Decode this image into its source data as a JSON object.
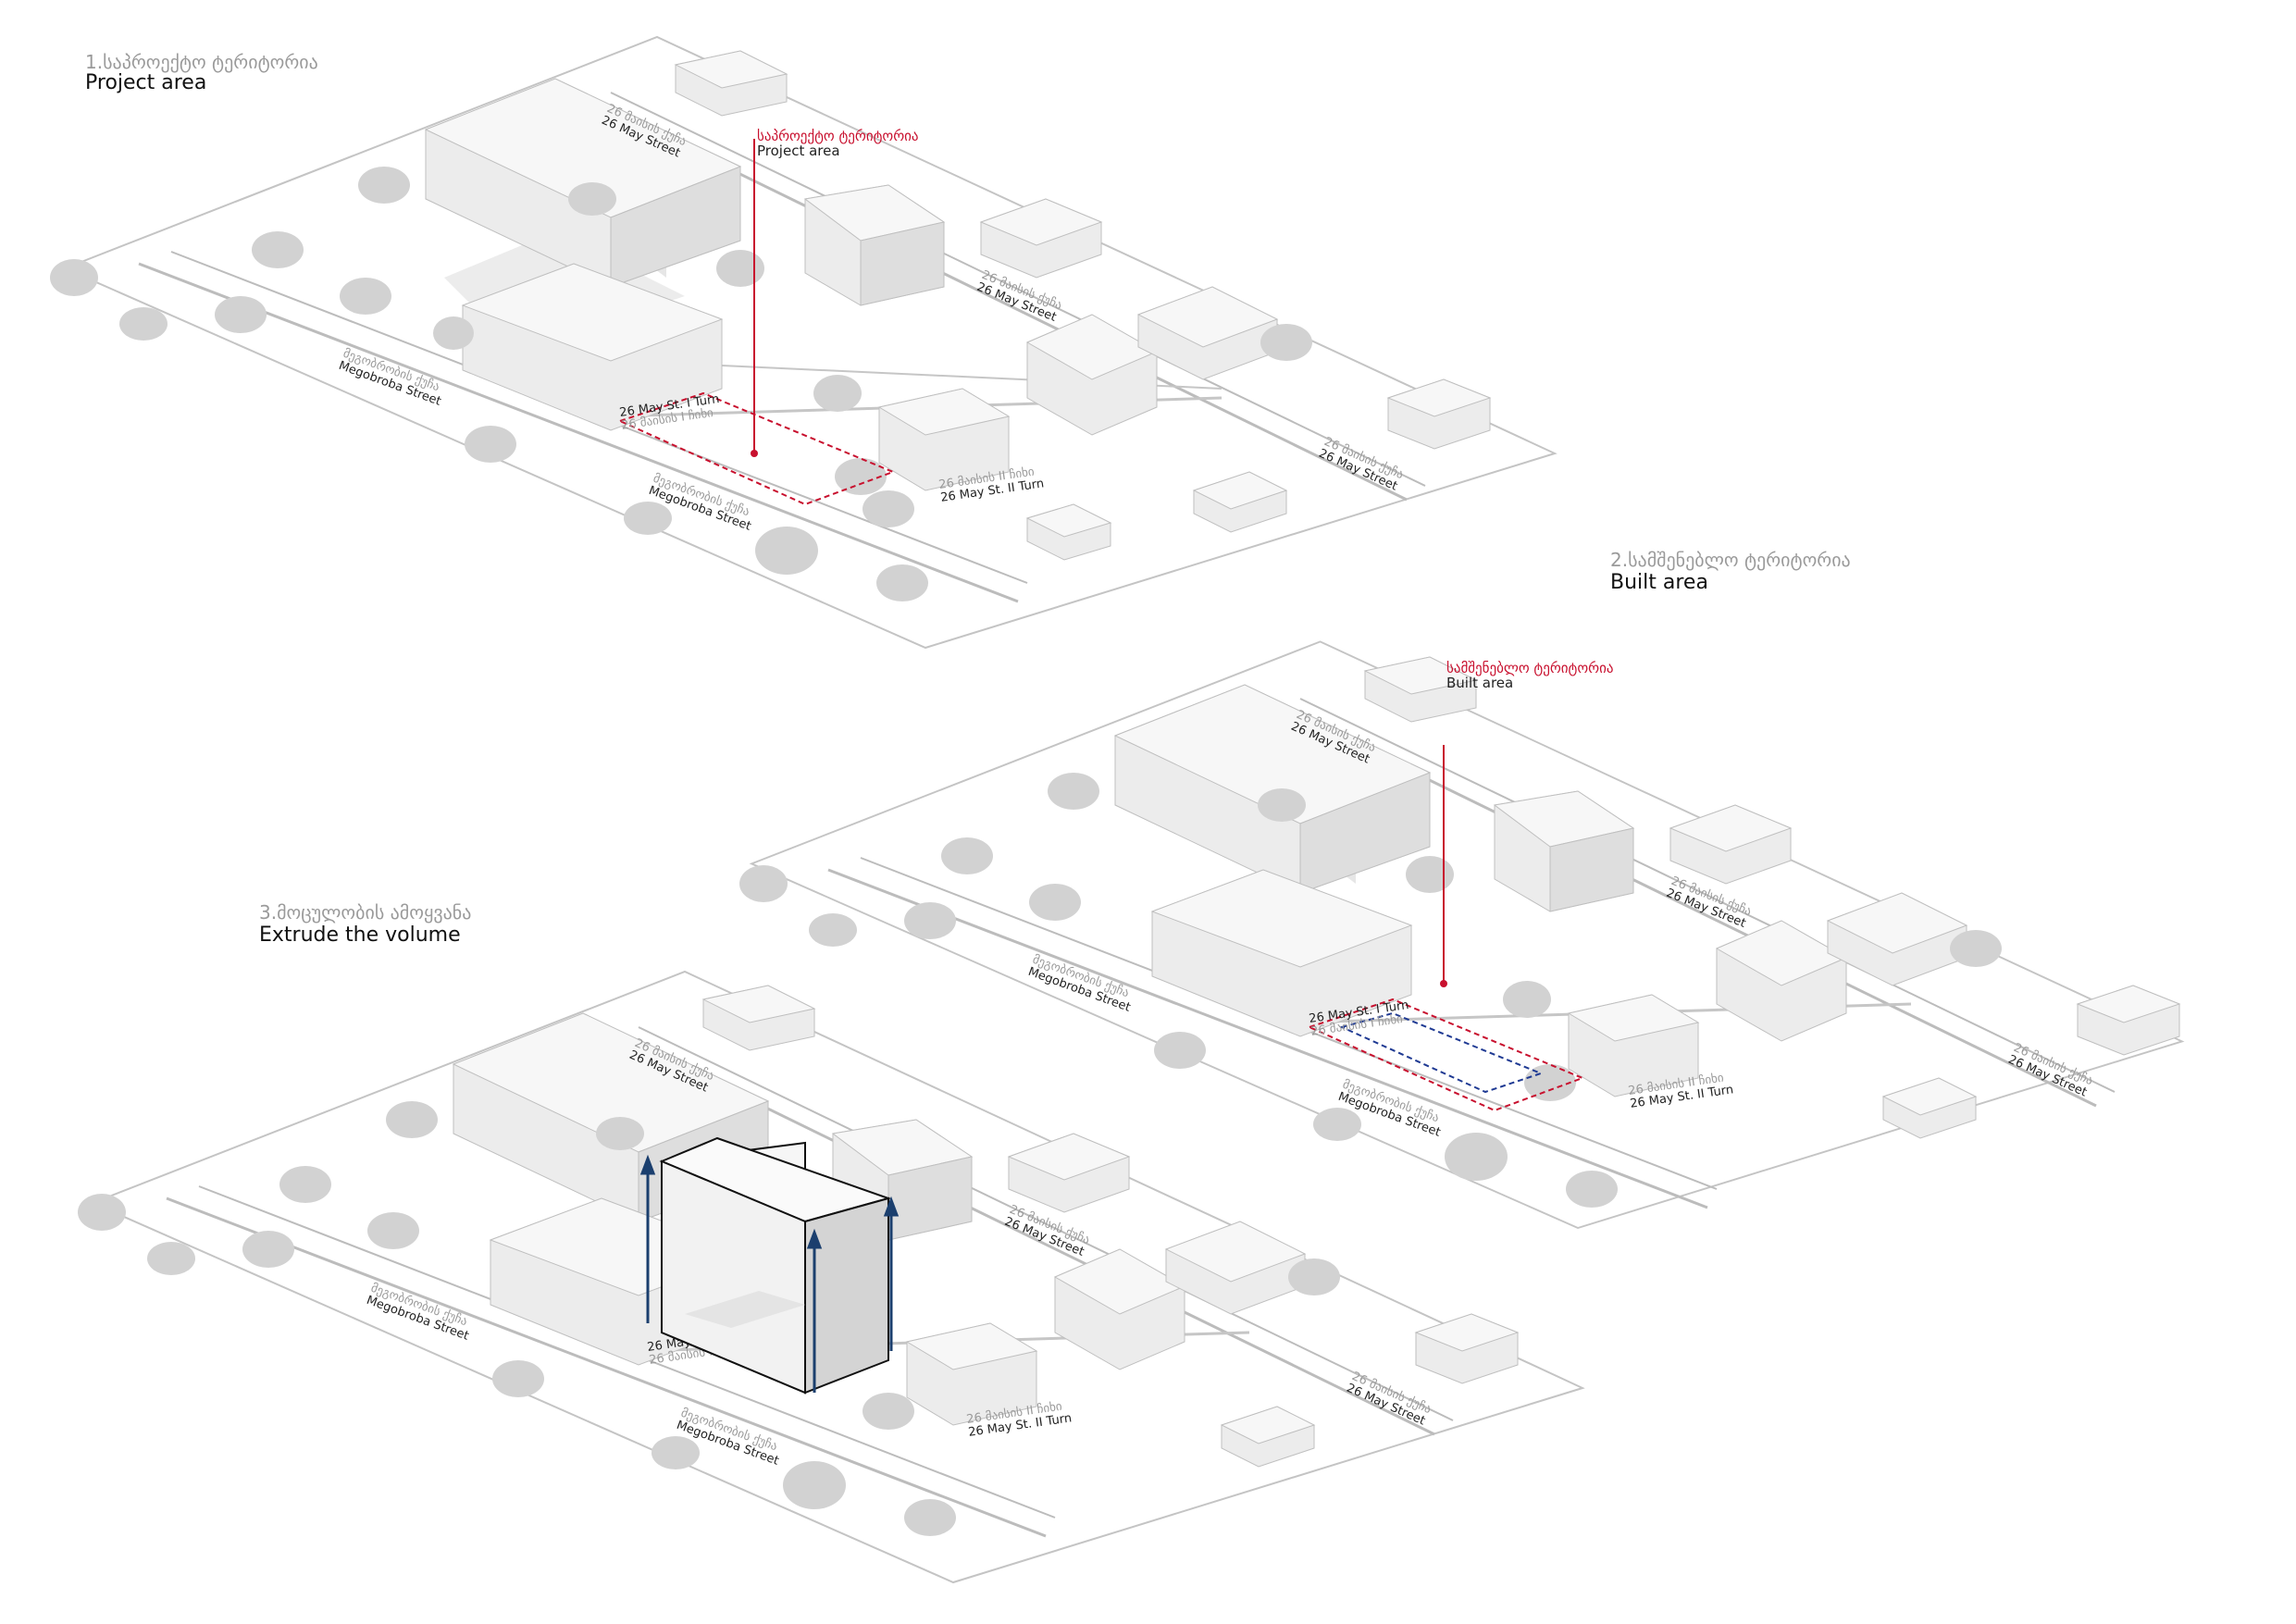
{
  "colors": {
    "ground_stroke": "#b9b9b9",
    "building_top": "#f7f7f7",
    "building_left": "#ececec",
    "building_right": "#dedede",
    "shadow": "#e6e6e6",
    "tree": "#d2d2d2",
    "label_georgian": "#9a9a9a",
    "annotation_red": "#c8102e",
    "boundary_blue": "#1f3a93",
    "arrow_navy": "#1b3f6e",
    "volume_stroke": "#111111"
  },
  "panels": [
    {
      "id": "project-area",
      "heading_ka": "1.საპროექტო ტერიტორია",
      "heading_en": "Project area",
      "annotation_ka": "საპროექტო ტერიტორია",
      "annotation_en": "Project area",
      "streets": [
        {
          "ka": "26 მაისის ქუჩა",
          "en": "26 May Street"
        },
        {
          "ka": "26 მაისის ქუჩა",
          "en": "26 May Street"
        },
        {
          "ka": "მეგობრობის ქუჩა",
          "en": "Megobroba Street"
        },
        {
          "ka": "26 მაისის I ჩიხი",
          "en": "26 May St. I Turn"
        },
        {
          "ka": "მეგობრობის ქუჩა",
          "en": "Megobroba Street"
        },
        {
          "ka": "26 მაისის II ჩიხი",
          "en": "26 May St. II Turn"
        },
        {
          "ka": "26 მაისის ქუჩა",
          "en": "26 May Street"
        }
      ]
    },
    {
      "id": "built-area",
      "heading_ka": "2.სამშენებლო ტერიტორია",
      "heading_en": "Built area",
      "annotation_ka": "სამშენებლო ტერიტორია",
      "annotation_en": "Built area",
      "streets": [
        {
          "ka": "26 მაისის ქუჩა",
          "en": "26 May Street"
        },
        {
          "ka": "26 მაისის ქუჩა",
          "en": "26 May Street"
        },
        {
          "ka": "მეგობრობის ქუჩა",
          "en": "Megobroba Street"
        },
        {
          "ka": "26 მაისის I ჩიხი",
          "en": "26 May St. I Turn"
        },
        {
          "ka": "მეგობრობის ქუჩა",
          "en": "Megobroba Street"
        },
        {
          "ka": "26 მაისის II ჩიხი",
          "en": "26 May St. II Turn"
        },
        {
          "ka": "26 მაისის ქუჩა",
          "en": "26 May Street"
        }
      ]
    },
    {
      "id": "extrude-volume",
      "heading_ka": "3.მოცულობის ამოყვანა",
      "heading_en": "Extrude the volume",
      "annotation_ka": "",
      "annotation_en": "",
      "streets": [
        {
          "ka": "26 მაისის ქუჩა",
          "en": "26 May Street"
        },
        {
          "ka": "26 მაისის ქუჩა",
          "en": "26 May Street"
        },
        {
          "ka": "მეგობრობის ქუჩა",
          "en": "Megobroba Street"
        },
        {
          "ka": "26 მაისის I ჩიხი",
          "en": "26 May St. I Turn"
        },
        {
          "ka": "მეგობრობის ქუჩა",
          "en": "Megobroba Street"
        },
        {
          "ka": "26 მაისის II ჩიხი",
          "en": "26 May St. II Turn"
        },
        {
          "ka": "26 მაისის ქუჩა",
          "en": "26 May Street"
        }
      ]
    }
  ]
}
